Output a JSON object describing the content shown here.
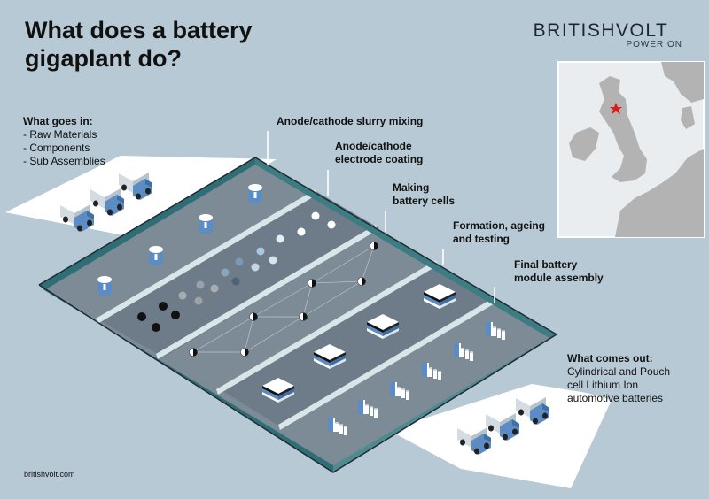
{
  "title": {
    "line1": "What does a battery",
    "line2": "gigaplant do?"
  },
  "logo": {
    "brand": "BRITISHVOLT",
    "tagline": "POWER ON"
  },
  "inputs": {
    "heading": "What goes in:",
    "items": [
      "- Raw Materials",
      "- Components",
      "- Sub Assemblies"
    ]
  },
  "stages": [
    {
      "lines": [
        "Anode/cathode slurry mixing"
      ]
    },
    {
      "lines": [
        "Anode/cathode",
        "electrode coating"
      ]
    },
    {
      "lines": [
        "Making",
        "battery cells"
      ]
    },
    {
      "lines": [
        "Formation, ageing",
        "and testing"
      ]
    },
    {
      "lines": [
        "Final battery",
        "module assembly"
      ]
    }
  ],
  "outputs": {
    "heading": "What comes out:",
    "lines": [
      "Cylindrical and Pouch",
      "cell Lithium Ion",
      "automotive batteries"
    ]
  },
  "footer": "britishvolt.com",
  "colors": {
    "background": "#b7c9d5",
    "floor": "#6a7a86",
    "floor_light": "#7d8b96",
    "wall": "#2f6e76",
    "wall_top": "#d8e6ea",
    "accent_blue": "#5b8cc4",
    "map_land": "#b3b3b3",
    "map_sea": "#e9edf0",
    "marker": "#d21f1f"
  },
  "icons": [
    "truck-icon",
    "material-container-icon",
    "slurry-dot-icon",
    "battery-cell-icon",
    "pouch-stack-icon",
    "module-icon",
    "location-star-icon"
  ]
}
